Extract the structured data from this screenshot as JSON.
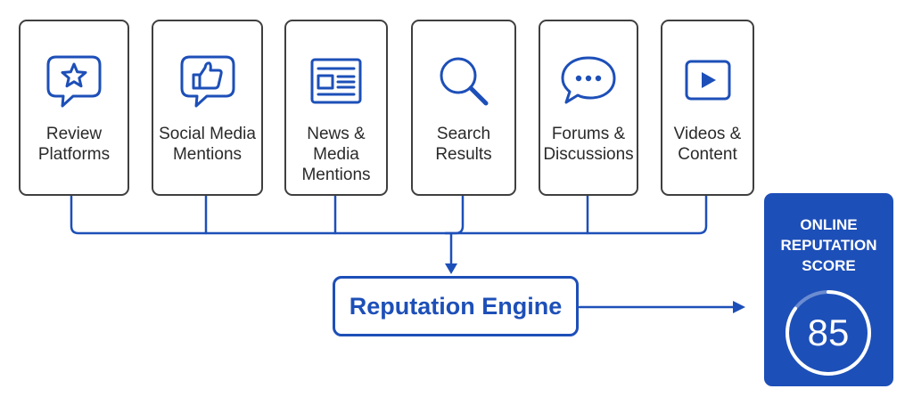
{
  "sources": [
    {
      "label": "Review\nPlatforms",
      "icon": "star-speech-bubble-icon"
    },
    {
      "label": "Social Media\nMentions",
      "icon": "thumbs-up-speech-bubble-icon"
    },
    {
      "label": "News &\nMedia\nMentions",
      "icon": "newspaper-icon"
    },
    {
      "label": "Search\nResults",
      "icon": "magnifying-glass-icon"
    },
    {
      "label": "Forums &\nDiscussions",
      "icon": "chat-dots-bubble-icon"
    },
    {
      "label": "Videos &\nContent",
      "icon": "video-play-icon"
    }
  ],
  "engine": {
    "label": "Reputation Engine"
  },
  "score": {
    "title": "ONLINE\nREPUTATION\nSCORE",
    "value": "85"
  },
  "colors": {
    "accent": "#1d4fb8",
    "card_border": "#3f3f3f",
    "text": "#2a2a2a",
    "background": "#ffffff"
  }
}
